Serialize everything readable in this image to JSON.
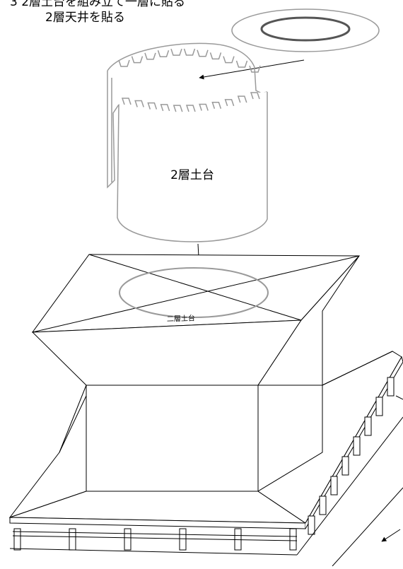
{
  "instructions": {
    "line1": "3 2層土台を組み立て一層に貼る",
    "line2": "2層天井を貼る"
  },
  "labels": {
    "cylinder": "2層土台",
    "roof_mark": "二層土台"
  },
  "colors": {
    "line": "#000000",
    "gray_part": "#9a9a9a",
    "dark_ring": "#555555"
  }
}
